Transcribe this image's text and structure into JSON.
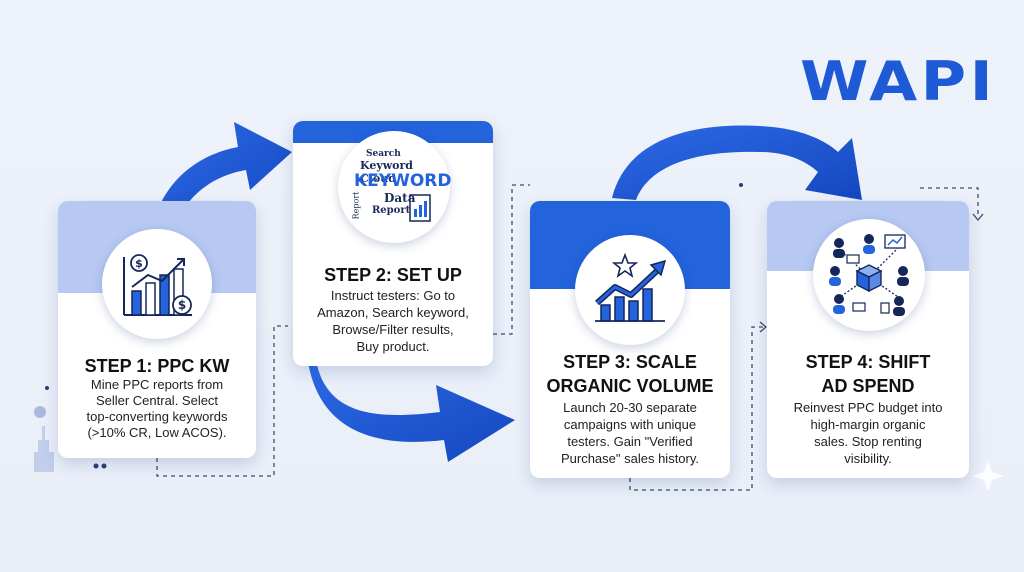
{
  "brand": {
    "logo": "WAPI"
  },
  "colors": {
    "primary": "#2363dc",
    "light_band": "#b7c9f2",
    "arrow": "#1f58d6",
    "background": "#eef2fa"
  },
  "steps": [
    {
      "title_lines": [
        "STEP 1: PPC KW"
      ],
      "desc_lines": [
        "Mine PPC reports from",
        "Seller Central. Select",
        "top-converting keywords",
        "(>10% CR, Low ACOS)."
      ],
      "icon": "ppc-chart-dollar-icon"
    },
    {
      "title_lines": [
        "STEP 2: SET UP"
      ],
      "desc_lines": [
        "Instruct testers: Go to",
        "Amazon, Search keyword,",
        "Browse/Filter results,",
        "Buy product."
      ],
      "icon": "keyword-cloud-icon",
      "icon_text": {
        "search": "Search",
        "cloud": "Keyword Cloud",
        "keyword": "KEYWORD",
        "data": "Data",
        "report": "Report",
        "report_vertical": "Report"
      }
    },
    {
      "title_lines": [
        "STEP 3: SCALE",
        "ORGANIC VOLUME"
      ],
      "desc_lines": [
        "Launch 20-30 separate",
        "campaigns with unique",
        "testers. Gain \"Verified",
        "Purchase\" sales history."
      ],
      "icon": "growth-arrow-star-icon"
    },
    {
      "title_lines": [
        "STEP 4: SHIFT",
        "AD SPEND"
      ],
      "desc_lines": [
        "Reinvest PPC budget into",
        "high-margin organic",
        "sales. Stop renting",
        "visibility."
      ],
      "icon": "team-network-icon"
    }
  ]
}
